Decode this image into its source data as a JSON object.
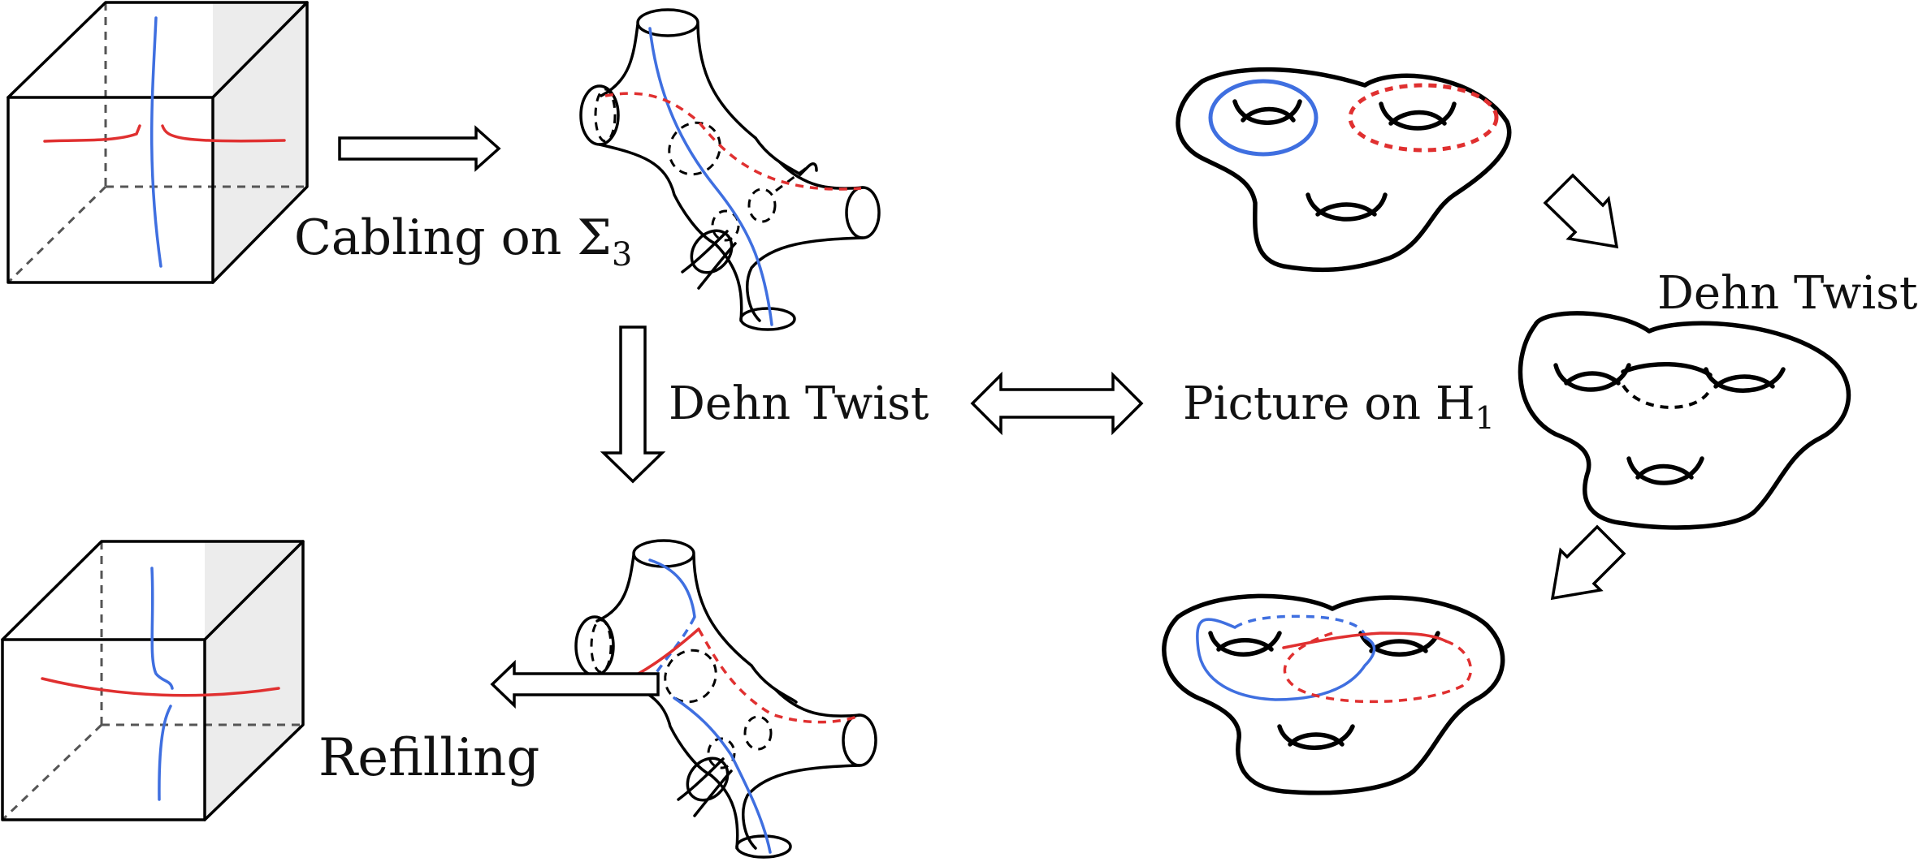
{
  "labels": {
    "cabling": "Cabling on Σ",
    "cabling_sub": "3",
    "dehn_twist_center": "Dehn Twist",
    "picture": "Picture on H",
    "picture_sub": "1",
    "dehn_twist_right": "Dehn Twist",
    "refilling": "Refilling"
  },
  "colors": {
    "blue_curve": "#3f6fe0",
    "red_curve": "#e03030",
    "cube_shade": "#ececec"
  }
}
